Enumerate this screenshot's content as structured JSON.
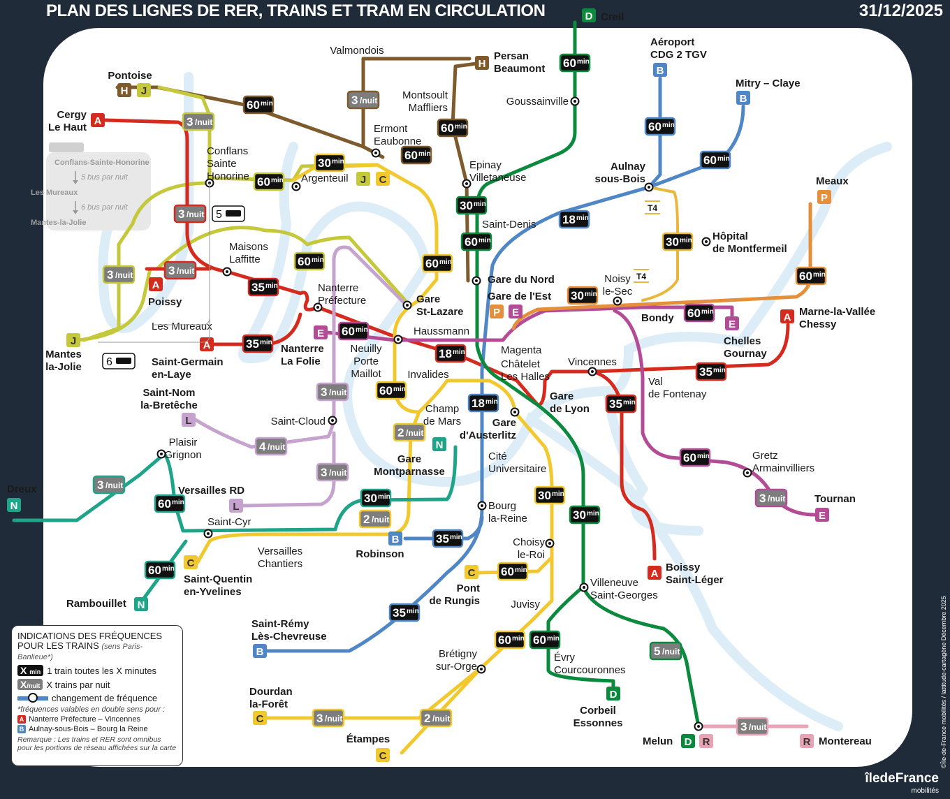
{
  "header": {
    "title": "PLAN DES LIGNES DE RER, TRAINS ET TRAM EN CIRCULATION",
    "date": "31/12/2025"
  },
  "colors": {
    "A": "#d52b1e",
    "B": "#4f86c6",
    "C": "#f1c92f",
    "D": "#0b8a3e",
    "E": "#b44b97",
    "H": "#7f5a2c",
    "J": "#c4c83a",
    "L": "#c6a3cf",
    "N": "#1ea488",
    "P": "#e58f3b",
    "R": "#e9a3b4",
    "T4": "#e8b83c",
    "background": "#1f2b38",
    "river": "#dcedf8"
  },
  "stations": {
    "creil": [
      "Creil"
    ],
    "valmondois": [
      "Valmondois"
    ],
    "persan": [
      "Persan",
      "Beaumont"
    ],
    "aeroport": [
      "Aéroport",
      "CDG 2 TGV"
    ],
    "mitry": [
      "Mitry – Claye"
    ],
    "pontoise": [
      "Pontoise"
    ],
    "goussainville": [
      "Goussainville"
    ],
    "montsoult": [
      "Montsoult",
      "Maffliers"
    ],
    "cergy": [
      "Cergy",
      "Le Haut"
    ],
    "ermont": [
      "Ermont",
      "Eaubonne"
    ],
    "conflans": [
      "Conflans",
      "Sainte",
      "Honorine"
    ],
    "epinay": [
      "Epinay",
      "Villetaneuse"
    ],
    "aulnay": [
      "Aulnay",
      "sous-Bois"
    ],
    "argenteuil": [
      "Argenteuil"
    ],
    "meaux": [
      "Meaux"
    ],
    "saintdenis": [
      "Saint-Denis"
    ],
    "hopital": [
      "Hôpital",
      "de Montfermeil"
    ],
    "maisons": [
      "Maisons",
      "Laffitte"
    ],
    "gdn": [
      "Gare du Nord"
    ],
    "noisy": [
      "Noisy",
      "le-Sec"
    ],
    "nanterrepref": [
      "Nanterre",
      "Préfecture"
    ],
    "stlazare": [
      "Gare",
      "St-Lazare"
    ],
    "gde": [
      "Gare de l'Est"
    ],
    "poissy": [
      "Poissy"
    ],
    "bondy": [
      "Bondy"
    ],
    "marne": [
      "Marne-la-Vallée",
      "Chessy"
    ],
    "lesmureaux": [
      "Les Mureaux"
    ],
    "haussmann": [
      "Haussmann"
    ],
    "chelles": [
      "Chelles",
      "Gournay"
    ],
    "nanterrefolie": [
      "Nanterre",
      "La Folie"
    ],
    "neuilly": [
      "Neuilly",
      "Porte",
      "Maillot"
    ],
    "magenta": [
      "Magenta"
    ],
    "stgermain": [
      "Saint-Germain",
      "en-Laye"
    ],
    "mantes": [
      "Mantes",
      "la-Jolie"
    ],
    "chatelet": [
      "Châtelet",
      "Les Halles"
    ],
    "vincennes": [
      "Vincennes"
    ],
    "invalides": [
      "Invalides"
    ],
    "valdefontenay": [
      "Val",
      "de Fontenay"
    ],
    "saintnom": [
      "Saint-Nom",
      "la-Bretêche"
    ],
    "garedelyon": [
      "Gare",
      "de Lyon"
    ],
    "champdemars": [
      "Champ",
      "de Mars"
    ],
    "austerlitz": [
      "Gare",
      "d'Austerlitz"
    ],
    "saintcloud": [
      "Saint-Cloud"
    ],
    "plaisir": [
      "Plaisir",
      "Grignon"
    ],
    "montparnasse": [
      "Gare",
      "Montparnasse"
    ],
    "cite": [
      "Cité",
      "Universitaire"
    ],
    "gretz": [
      "Gretz",
      "Armainvilliers"
    ],
    "dreux": [
      "Dreux"
    ],
    "versaillesrd": [
      "Versailles RD"
    ],
    "tournan": [
      "Tournan"
    ],
    "bourg": [
      "Bourg",
      "la-Reine"
    ],
    "saintcyr": [
      "Saint-Cyr"
    ],
    "choisy": [
      "Choisy",
      "le-Roi"
    ],
    "versailleschantiers": [
      "Versailles",
      "Chantiers"
    ],
    "robinson": [
      "Robinson"
    ],
    "boissy": [
      "Boissy",
      "Saint-Léger"
    ],
    "sqy": [
      "Saint-Quentin",
      "en-Yvelines"
    ],
    "villeneuve": [
      "Villeneuve",
      "Saint-Georges"
    ],
    "pontrungis": [
      "Pont",
      "de Rungis"
    ],
    "rambouillet": [
      "Rambouillet"
    ],
    "juvisy": [
      "Juvisy"
    ],
    "stremy": [
      "Saint-Rémy",
      "Lès-Chevreuse"
    ],
    "evry": [
      "Évry",
      "Courcouronnes"
    ],
    "bretigny": [
      "Brétigny",
      "sur-Orge"
    ],
    "dourdan": [
      "Dourdan",
      "la-Forêt"
    ],
    "corbeil": [
      "Corbeil",
      "Essonnes"
    ],
    "etampes": [
      "Étampes"
    ],
    "melun": [
      "Melun"
    ],
    "montereau": [
      "Montereau"
    ]
  },
  "badges": [
    {
      "v": "60",
      "u": "min",
      "line": "H"
    },
    {
      "v": "3",
      "u": "/nuit",
      "line": "J"
    },
    {
      "v": "3",
      "u": "/nuit",
      "line": "H"
    },
    {
      "v": "60",
      "u": "min",
      "line": "H"
    },
    {
      "v": "60",
      "u": "min",
      "line": "H"
    },
    {
      "v": "60",
      "u": "min",
      "line": "D"
    },
    {
      "v": "60",
      "u": "min",
      "line": "B"
    },
    {
      "v": "60",
      "u": "min",
      "line": "B"
    },
    {
      "v": "30",
      "u": "min",
      "line": "C"
    },
    {
      "v": "60",
      "u": "min",
      "line": "J"
    },
    {
      "v": "3",
      "u": "/nuit",
      "line": "A"
    },
    {
      "v": "30",
      "u": "min",
      "line": "D"
    },
    {
      "v": "18",
      "u": "min",
      "line": "B"
    },
    {
      "v": "60",
      "u": "min",
      "line": "D"
    },
    {
      "v": "60",
      "u": "min",
      "line": "J"
    },
    {
      "v": "60",
      "u": "min",
      "line": "C"
    },
    {
      "v": "3",
      "u": "/nuit",
      "line": "J"
    },
    {
      "v": "3",
      "u": "/nuit",
      "line": "A"
    },
    {
      "v": "35",
      "u": "min",
      "line": "A"
    },
    {
      "v": "30",
      "u": "min",
      "line": "T4"
    },
    {
      "v": "60",
      "u": "min",
      "line": "P"
    },
    {
      "v": "30",
      "u": "min",
      "line": "P"
    },
    {
      "v": "60",
      "u": "min",
      "line": "E"
    },
    {
      "v": "60",
      "u": "min",
      "line": "E"
    },
    {
      "v": "35",
      "u": "min",
      "line": "A"
    },
    {
      "v": "18",
      "u": "min",
      "line": "A"
    },
    {
      "v": "35",
      "u": "min",
      "line": "A"
    },
    {
      "v": "3",
      "u": "/nuit",
      "line": "L"
    },
    {
      "v": "60",
      "u": "min",
      "line": "C"
    },
    {
      "v": "18",
      "u": "min",
      "line": "B"
    },
    {
      "v": "35",
      "u": "min",
      "line": "A"
    },
    {
      "v": "2",
      "u": "/nuit",
      "line": "C"
    },
    {
      "v": "4",
      "u": "/nuit",
      "line": "L"
    },
    {
      "v": "60",
      "u": "min",
      "line": "E"
    },
    {
      "v": "3",
      "u": "/nuit",
      "line": "N"
    },
    {
      "v": "3",
      "u": "/nuit",
      "line": "L"
    },
    {
      "v": "60",
      "u": "min",
      "line": "N"
    },
    {
      "v": "30",
      "u": "min",
      "line": "N"
    },
    {
      "v": "30",
      "u": "min",
      "line": "C"
    },
    {
      "v": "30",
      "u": "min",
      "line": "D"
    },
    {
      "v": "2",
      "u": "/nuit",
      "line": "C"
    },
    {
      "v": "3",
      "u": "/nuit",
      "line": "E"
    },
    {
      "v": "35",
      "u": "min",
      "line": "B"
    },
    {
      "v": "60",
      "u": "min",
      "line": "N"
    },
    {
      "v": "60",
      "u": "min",
      "line": "C"
    },
    {
      "v": "35",
      "u": "min",
      "line": "B"
    },
    {
      "v": "60",
      "u": "min",
      "line": "C"
    },
    {
      "v": "60",
      "u": "min",
      "line": "D"
    },
    {
      "v": "5",
      "u": "/nuit",
      "line": "D"
    },
    {
      "v": "3",
      "u": "/nuit",
      "line": "C"
    },
    {
      "v": "2",
      "u": "/nuit",
      "line": "C"
    },
    {
      "v": "3",
      "u": "/nuit",
      "line": "R"
    }
  ],
  "bus": {
    "stops": [
      "Conflans-Sainte-Honorine",
      "Les Mureaux",
      "Mantes-la-Jolie"
    ],
    "freqs": [
      "5 bus par nuit",
      "6 bus par nuit"
    ],
    "badge1": "5",
    "badge2": "6"
  },
  "tram": {
    "label": "T4"
  },
  "legend": {
    "title1": "INDICATIONS DES FRÉQUENCES",
    "title2": "POUR LES TRAINS",
    "title_note": "(sens Paris-Banlieue*)",
    "min_key": "X",
    "min_unit": "min",
    "min_text": "1 train toutes les X minutes",
    "nuit_key": "X",
    "nuit_unit": "/nuit",
    "nuit_text": "X trains par nuit",
    "change_text": "changement de fréquence",
    "note": "*fréquences valables en double sens pour :",
    "a_letter": "A",
    "a_text": "Nanterre Préfecture – Vincennes",
    "b_letter": "B",
    "b_text": "Aulnay-sous-Bois – Bourg la Reine",
    "remark": "Remarque : Les trains et RER sont omnibus pour les portions de réseau affichées sur la carte"
  },
  "credit": "©Île-de-France mobilités / lattitude-cartagène Décembre 2025",
  "logo": {
    "main": "îledeFrance",
    "sub": "mobilités"
  }
}
